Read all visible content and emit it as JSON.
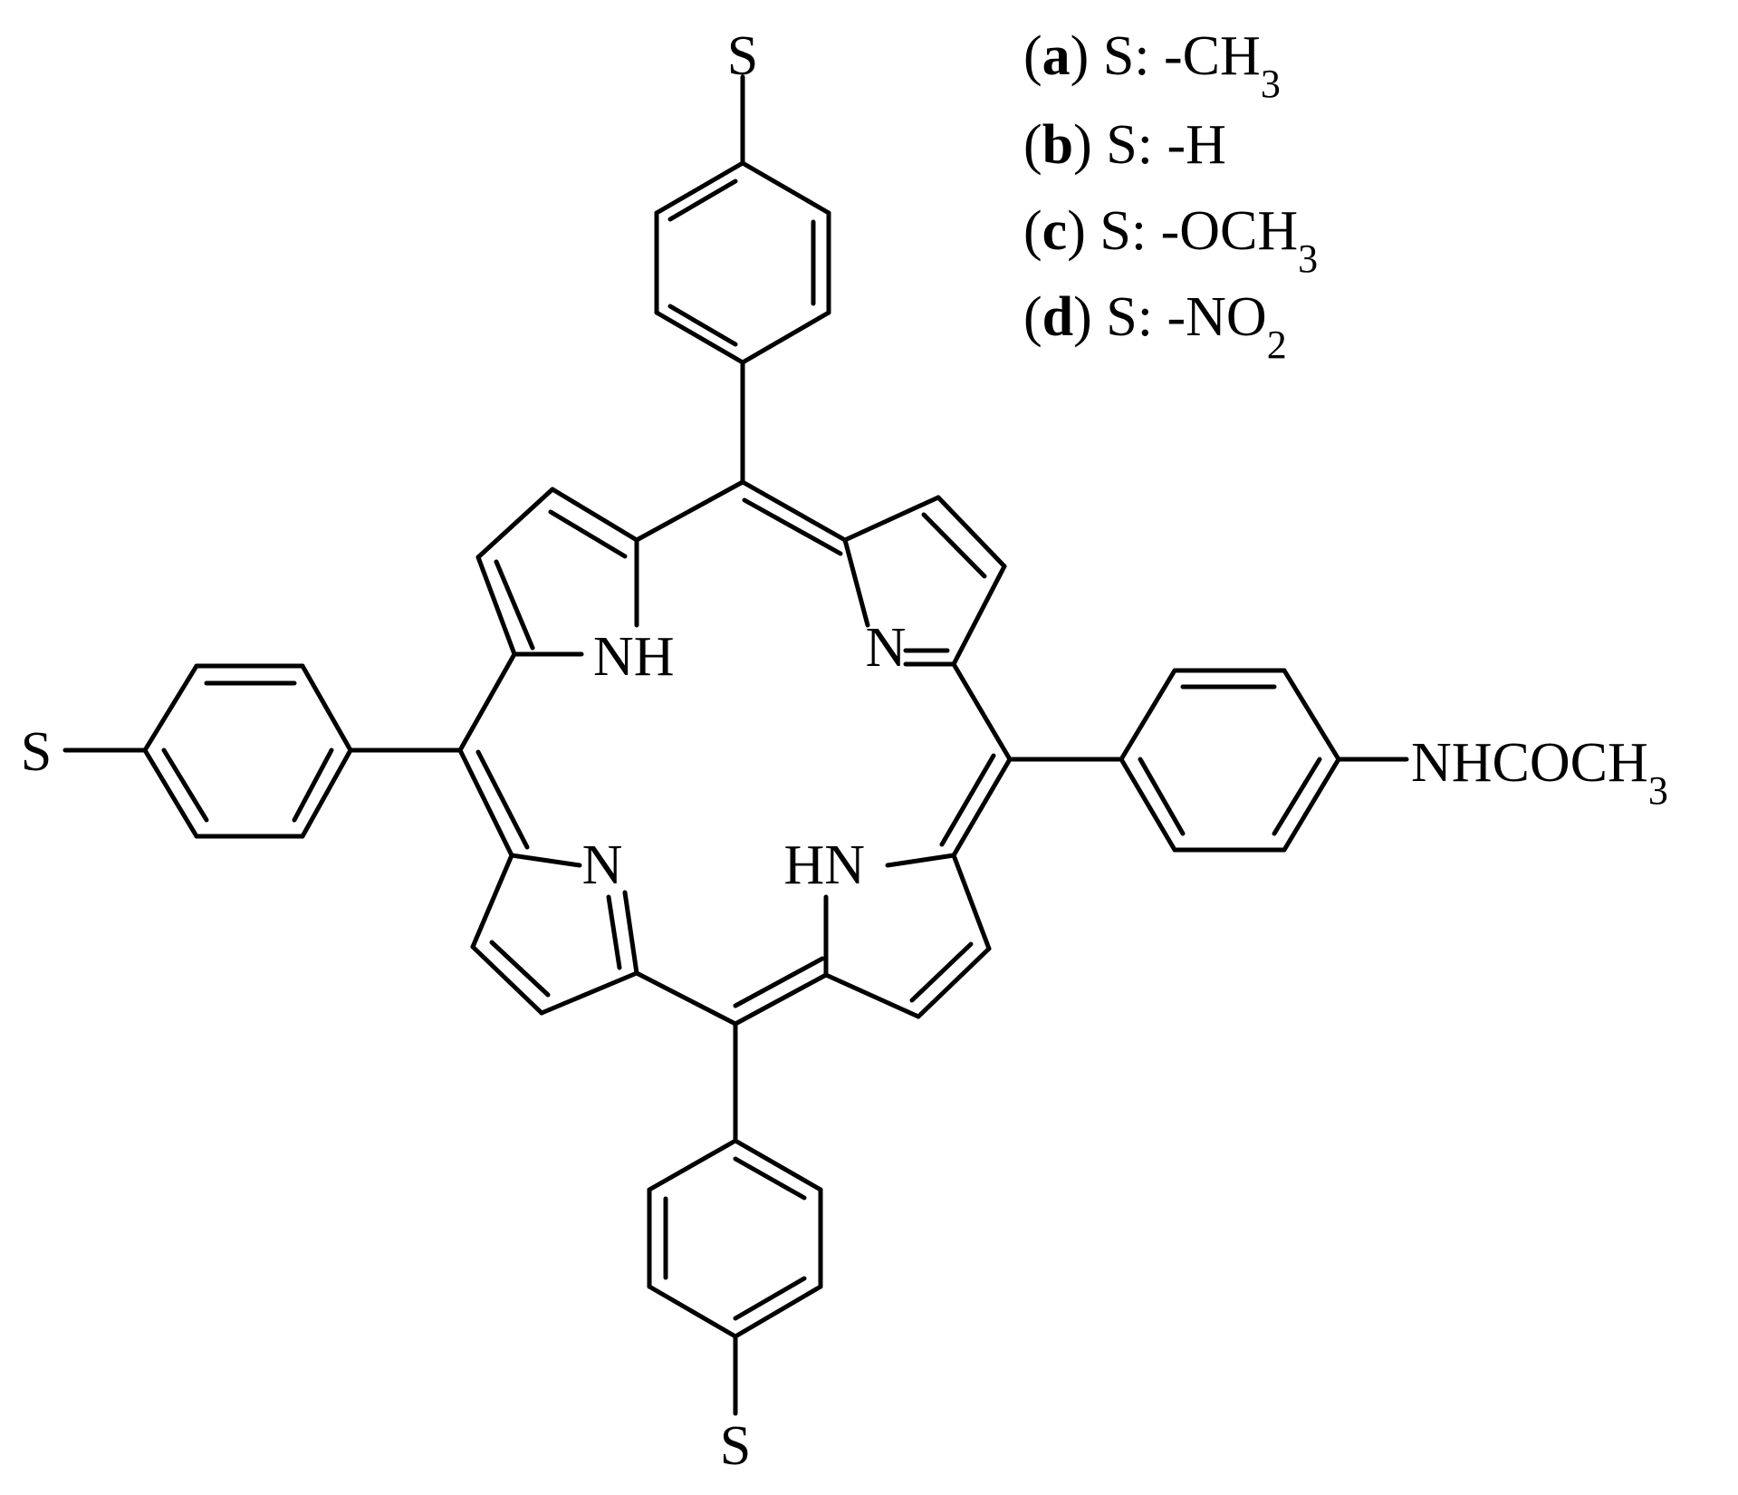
{
  "legend": [
    {
      "key": "a",
      "label": "S:",
      "group": "-CH",
      "sub": "3"
    },
    {
      "key": "b",
      "label": "S:",
      "group": "-H",
      "sub": ""
    },
    {
      "key": "c",
      "label": "S:",
      "group": "-OCH",
      "sub": "3"
    },
    {
      "key": "d",
      "label": "S:",
      "group": "-NO",
      "sub": "2"
    }
  ],
  "atoms": {
    "s_top": "S",
    "s_left": "S",
    "s_bottom": "S",
    "nh_upper_left": "NH",
    "n_upper_right": "N",
    "n_lower_left": "N",
    "hn_lower_right": "HN",
    "right_group": "NHCOCH",
    "right_group_sub": "3"
  },
  "colors": {
    "ink": "#000000",
    "background": "#ffffff"
  }
}
